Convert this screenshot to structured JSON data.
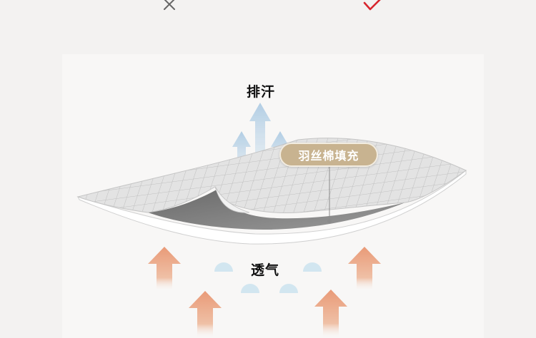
{
  "labels": {
    "sweat": "排汗",
    "breathe": "透气",
    "fill": "羽丝棉填充"
  },
  "icons": {
    "bad": "cross-icon",
    "good": "check-icon"
  },
  "colors": {
    "cross": "#666666",
    "check": "#d8262e",
    "warm_arrow": "#e9a07f",
    "cool_arrow": "#b7d4e8",
    "badge": "#c8b390",
    "dome": "#cfe3ee"
  }
}
